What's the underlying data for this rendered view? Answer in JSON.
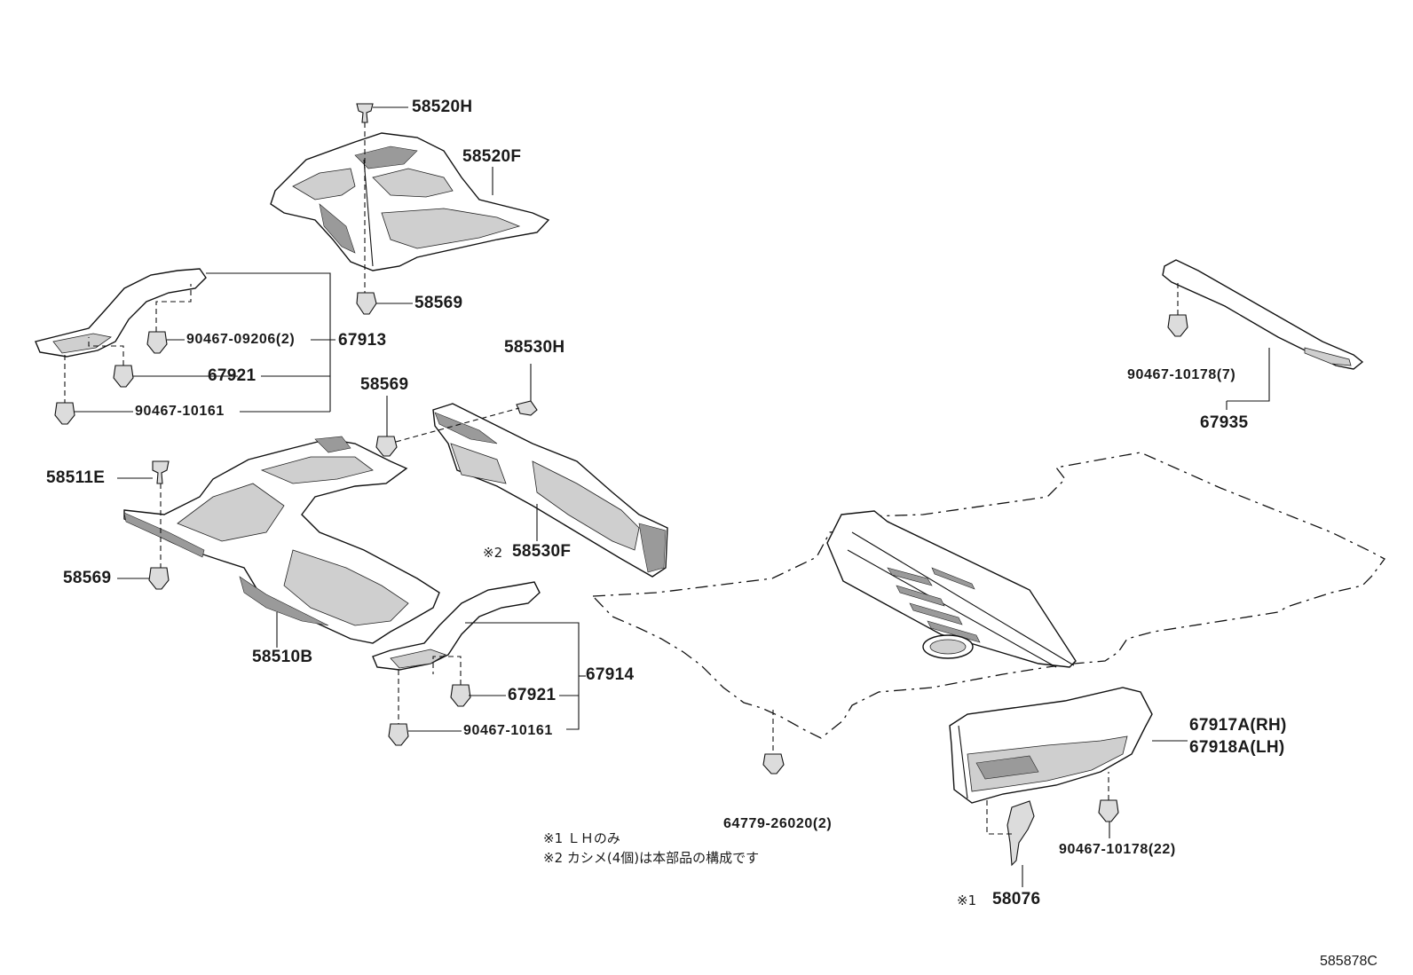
{
  "diagram": {
    "labels": {
      "p58520H": "58520H",
      "p58520F": "58520F",
      "p58569_top": "58569",
      "p90467_09206": "90467-09206(2)",
      "p67913": "67913",
      "p67921_top": "67921",
      "p90467_10161_top": "90467-10161",
      "p58530H": "58530H",
      "p58569_mid": "58569",
      "p58511E": "58511E",
      "p58569_left": "58569",
      "p58530F": "58530F",
      "p58530F_mark": "※2",
      "p58510B": "58510B",
      "p67914": "67914",
      "p67921_bottom": "67921",
      "p90467_10161_bottom": "90467-10161",
      "p90467_10178_7": "90467-10178(7)",
      "p67935": "67935",
      "p67917A": "67917A(RH)",
      "p67918A": "67918A(LH)",
      "p64779": "64779-26020(2)",
      "p90467_10178_22": "90467-10178(22)",
      "p58076": "58076",
      "p58076_mark": "※1"
    },
    "notes": {
      "note1": "※1 ＬＨのみ",
      "note2": "※2 カシメ(4個)は本部品の構成です"
    },
    "figure_code": "585878C"
  }
}
